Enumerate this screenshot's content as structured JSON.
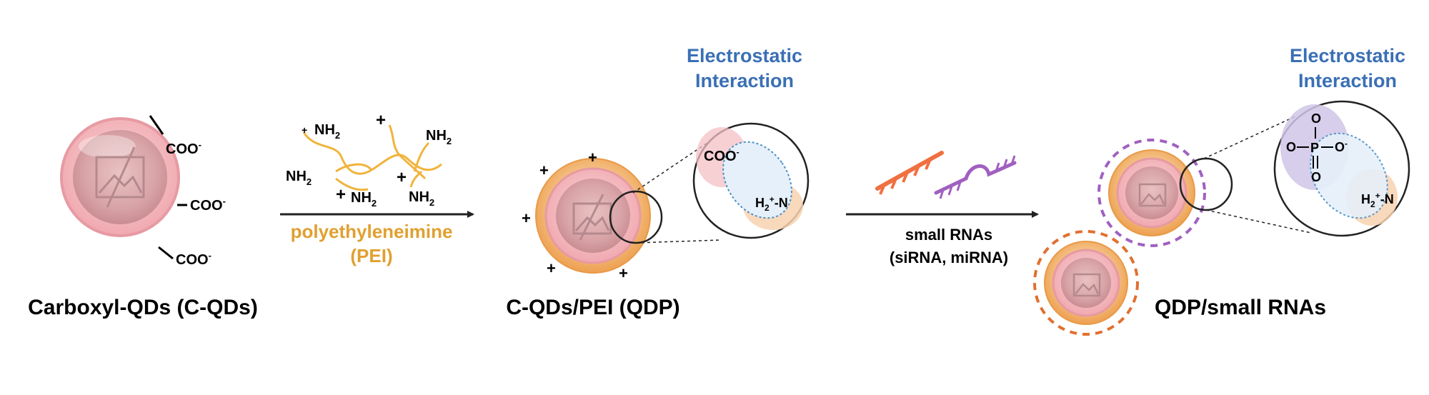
{
  "stage1": {
    "title": "Carboxyl-QDs (C-QDs)",
    "group_label": "COO"
  },
  "step1": {
    "reagent_line1": "polyethyleneimine",
    "reagent_line2": "(PEI)",
    "amine_label": "NH",
    "charge_symbol": "+"
  },
  "stage2": {
    "title": "C-QDs/PEI (QDP)",
    "interaction_line1": "Electrostatic",
    "interaction_line2": "Interaction",
    "inset_coo": "COO",
    "inset_amine": "-N"
  },
  "step2": {
    "label_line1": "small RNAs",
    "label_line2": "(siRNA, miRNA)"
  },
  "stage3": {
    "title": "QDP/small RNAs",
    "interaction_line1": "Electrostatic",
    "interaction_line2": "Interaction",
    "phosphate_p": "P",
    "phosphate_o": "O",
    "inset_amine": "-N"
  },
  "colors": {
    "interaction_text": "#3a6fb5",
    "pei": "#e0a030",
    "rna_orange": "#f07040",
    "rna_purple": "#a060c0"
  }
}
